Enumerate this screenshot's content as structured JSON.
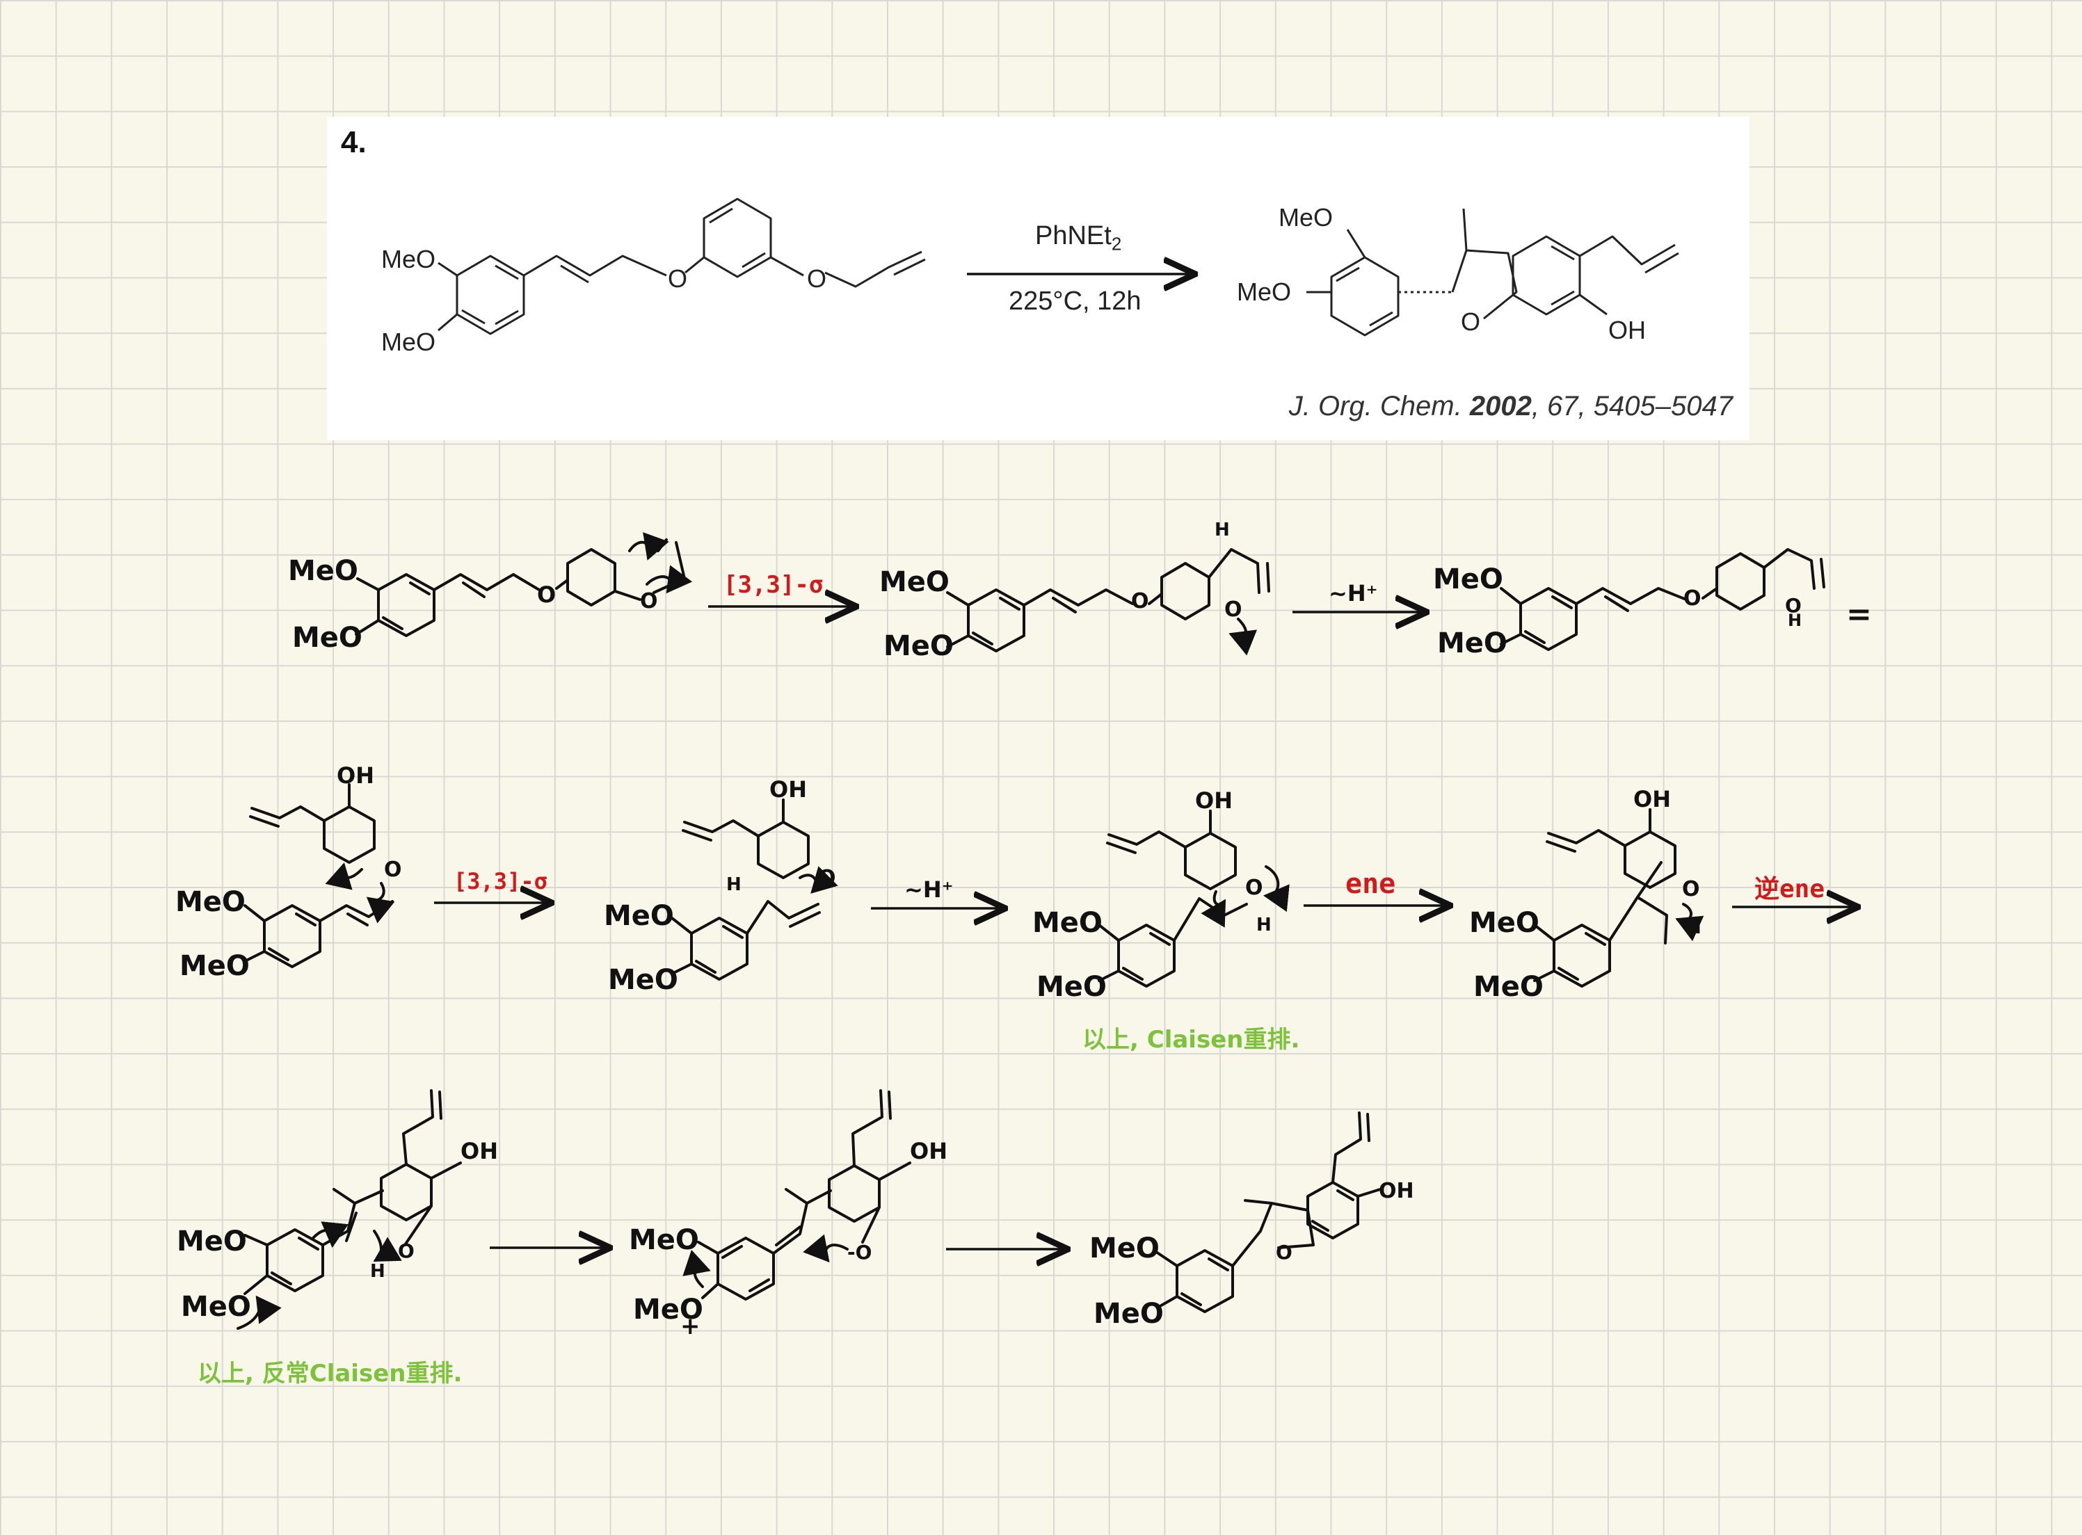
{
  "problem": {
    "number": "4.",
    "reagent": "PhNEt",
    "reagent_sub": "2",
    "conditions": "225°C, 12h",
    "citation_journal": "J. Org. Chem.",
    "citation_year": "2002",
    "citation_rest": ", 67, 5405–5047",
    "labels": {
      "meo": "MeO",
      "oh": "OH",
      "o": "O"
    }
  },
  "handwritten": {
    "meo": "MeO",
    "oh": "OH",
    "o": "O",
    "h": "H",
    "step_33": "[3,3]-σ",
    "step_proton": "~H⁺",
    "step_ene": "ene",
    "step_retro_ene": "逆ene",
    "equals": "=",
    "note_claisen": "以上, Claisen重排.",
    "note_abnormal_claisen": "以上, 反常Claisen重排.",
    "minus_o": "-O",
    "plus": "+"
  },
  "colors": {
    "background": "#f9f6ea",
    "grid": "#d9d9d4",
    "red_annotation": "#d11a1a",
    "green_annotation": "#7cc23b",
    "ink": "#111111"
  }
}
